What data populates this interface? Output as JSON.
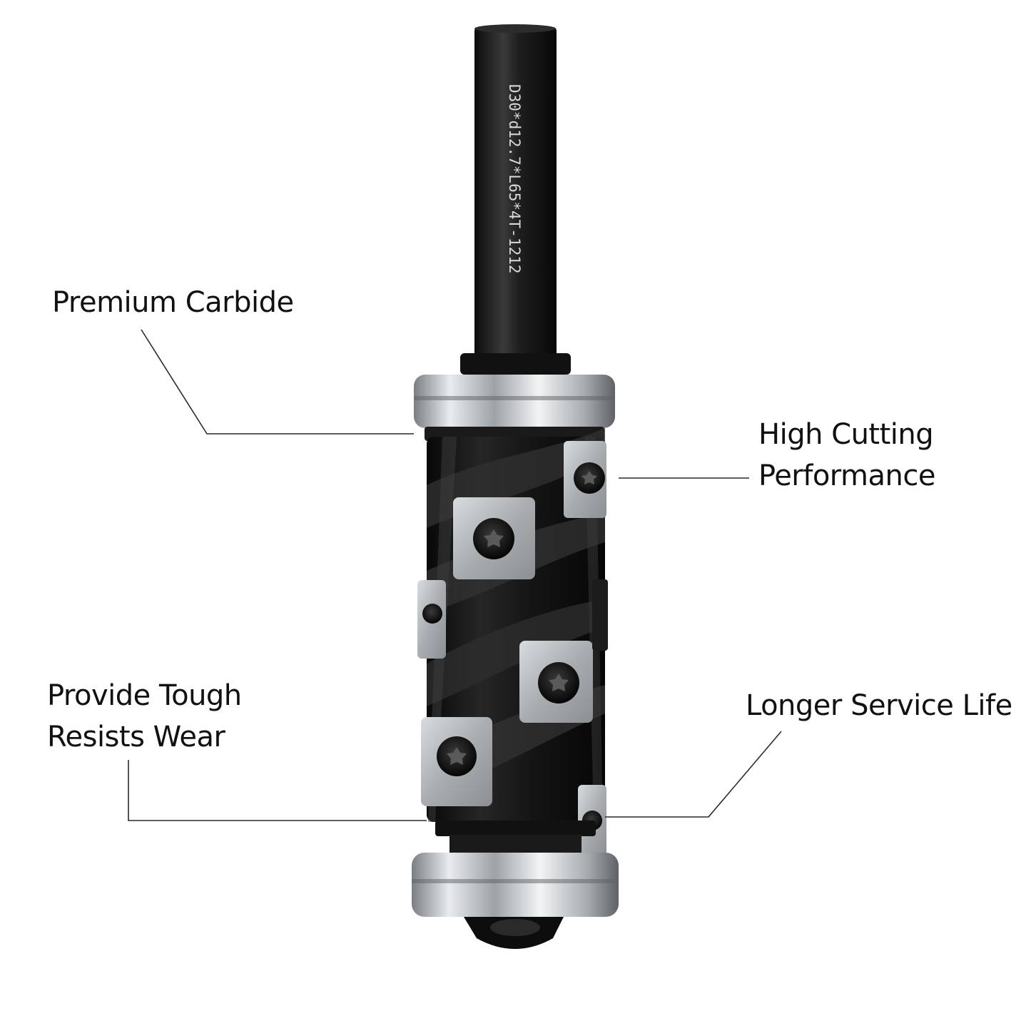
{
  "callouts": {
    "premium_carbide": "Premium Carbide",
    "high_cutting_line1": "High Cutting",
    "high_cutting_line2": "Performance",
    "provide_tough_line1": "Provide Tough",
    "provide_tough_line2": "Resists Wear",
    "longer_life": "Longer Service Life"
  },
  "product": {
    "shank_marking": "D30*d12.7*L65*4T-1212"
  },
  "colors": {
    "background": "#ffffff",
    "body_black": "#151515",
    "insert_steel": "#b8bcbf",
    "bearing_chrome": "#cfd3d6",
    "leader_line": "#2a2a2a"
  }
}
